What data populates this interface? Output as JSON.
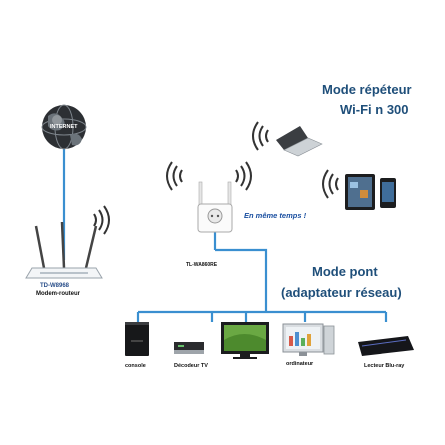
{
  "title": {
    "line1": "Mode répéteur",
    "line2": "Wi-Fi n 300"
  },
  "globe": {
    "label": "INTERNET"
  },
  "router": {
    "model": "TD-W8968",
    "caption": "Modem-routeur"
  },
  "extender": {
    "model": "TL-WA860RE"
  },
  "callout": "En même temps !",
  "bridge": {
    "line1": "Mode pont",
    "line2": "(adaptateur réseau)"
  },
  "devices": [
    {
      "label": "console"
    },
    {
      "label": "Décodeur TV"
    },
    {
      "label": ""
    },
    {
      "label": "ordinateur"
    },
    {
      "label": "Lecteur Blu-ray"
    }
  ],
  "colors": {
    "line": "#3a8fd0",
    "title": "#1f4f7a",
    "callout": "#1a4fa0"
  }
}
